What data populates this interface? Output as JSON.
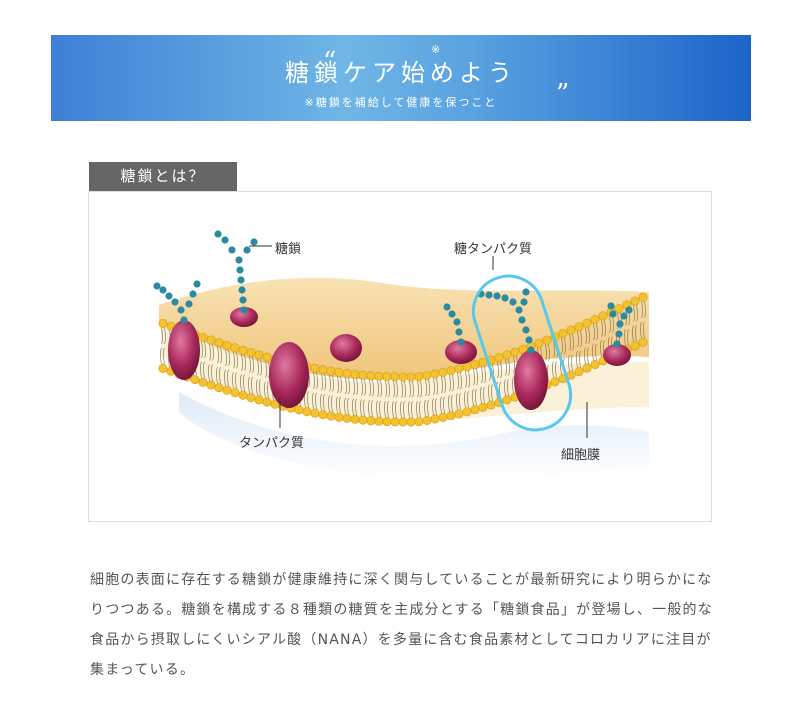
{
  "banner": {
    "quote_open": "“",
    "title": "糖鎖ケア始めよう",
    "note_mark": "※",
    "subtitle": "※糖鎖を補給して健康を保つこと",
    "quote_close": "”"
  },
  "section": {
    "tab_label": "糖鎖とは？"
  },
  "diagram": {
    "labels": {
      "sugar_chain": "糖鎖",
      "glycoprotein": "糖タンパク質",
      "protein": "タンパク質",
      "cell_membrane": "細胞膜"
    },
    "colors": {
      "lipid_head": "#f2c230",
      "protein": "#a8285a",
      "sugar": "#2b8aa0",
      "highlight": "#5ac8ec",
      "membrane_top": "#f3cf8a"
    }
  },
  "body": {
    "text": "細胞の表面に存在する糖鎖が健康維持に深く関与していることが最新研究により明らかになりつつある。糖鎖を構成する８種類の糖質を主成分とする「糖鎖食品」が登場し、一般的な食品から摂取しにくいシアル酸（NANA）を多量に含む食品素材としてコロカリアに注目が集まっている。"
  }
}
